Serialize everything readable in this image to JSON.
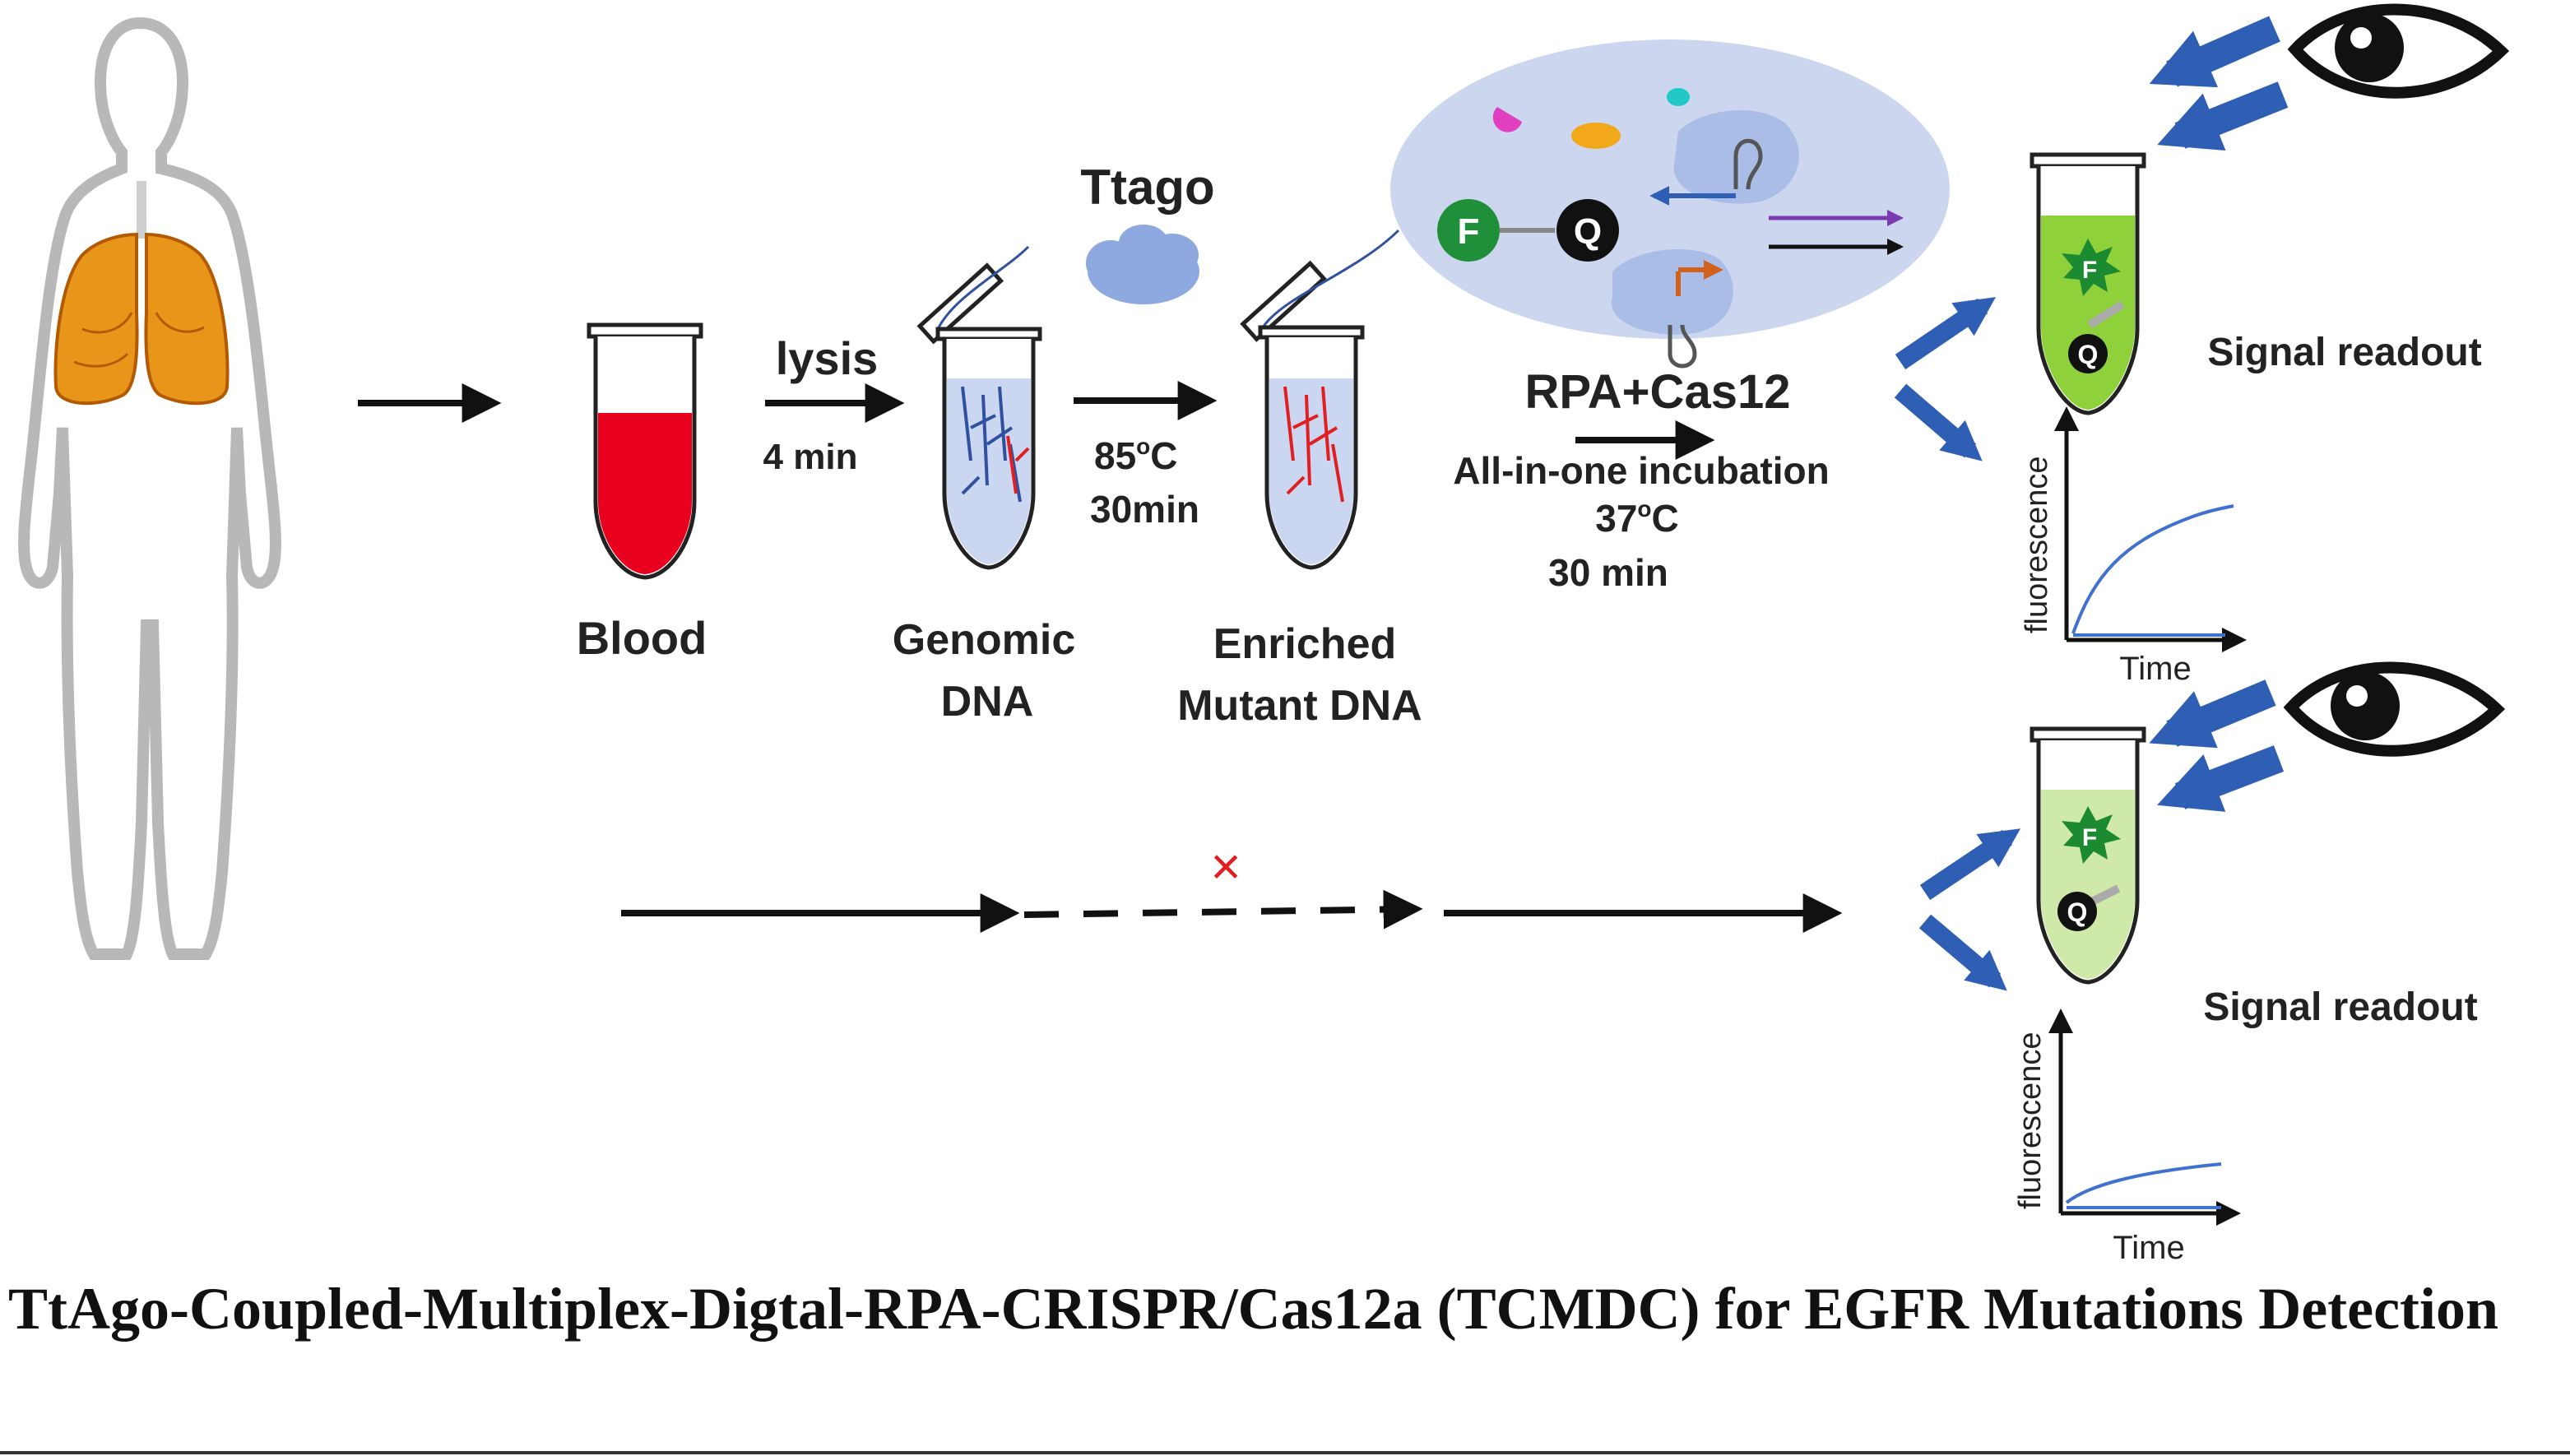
{
  "labels": {
    "ttago": "Ttago",
    "lysis": "lysis",
    "lysis_time": "4 min",
    "enrich_temp_base": "85",
    "enrich_temp_sup": "o",
    "enrich_temp_unit": "C",
    "enrich_time": "30min",
    "rpa_cas12": "RPA+Cas12",
    "incubation": "All-in-one incubation",
    "incubation_temp_base": "37",
    "incubation_temp_sup": "o",
    "incubation_temp_unit": "C",
    "incubation_time": "30 min",
    "blood": "Blood",
    "genomic_line1": "Genomic",
    "genomic_line2": "DNA",
    "enriched_line1": "Enriched",
    "enriched_line2": "Mutant DNA",
    "signal_readout_top": "Signal readout",
    "signal_readout_bottom": "Signal readout",
    "axis_y_top": "fluorescence",
    "axis_x_top": "Time",
    "axis_y_bottom": "fluorescence",
    "axis_x_bottom": "Time",
    "fluorophore": "F",
    "quencher": "Q",
    "tube_top_F": "F",
    "tube_top_Q": "Q",
    "tube_bottom_F": "F",
    "tube_bottom_Q": "Q",
    "blocked_mark": "×"
  },
  "caption": "TtAgo-Coupled-Multiplex-Digtal-RPA-CRISPR/Cas12a (TCMDC) for EGFR Mutations Detection",
  "colors": {
    "arrow_blue": "#2f5fb5",
    "blood_red": "#e8001e",
    "lung_orange": "#e8961a",
    "green_tube": "#8fd13a",
    "pale_green_tube": "#cfe9a8",
    "bubble": "#ccd6ee",
    "mutant_red": "#e02020",
    "wild_blue": "#3050a0"
  },
  "icons": [
    "human-silhouette-icon",
    "lungs-icon",
    "eye-icon",
    "ttago-cloud-icon",
    "cross-icon"
  ]
}
